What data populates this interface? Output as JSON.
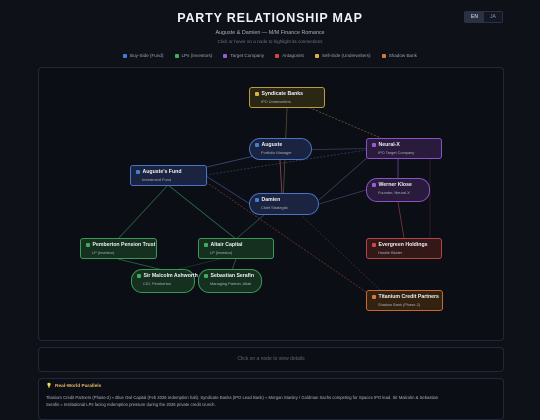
{
  "header": {
    "title": "PARTY RELATIONSHIP MAP",
    "subtitle": "Auguste & Damien — M/M Finance Romance",
    "hint": "Click or hover on a node to highlight its connections",
    "languages": [
      "EN",
      "JA"
    ]
  },
  "colors": {
    "buy_side": "#3f7fd6",
    "lps": "#3fae5c",
    "target": "#9a5bd6",
    "antagonist": "#d64545",
    "sell_side": "#d6b43f",
    "shadow_bank": "#d6793f"
  },
  "legend": [
    {
      "label": "Buy-Side (Fund)",
      "color": "#3f7fd6"
    },
    {
      "label": "LPs (Investors)",
      "color": "#3fae5c"
    },
    {
      "label": "Target Company",
      "color": "#9a5bd6"
    },
    {
      "label": "Antagonist",
      "color": "#d64545"
    },
    {
      "label": "Sell-Side (Underwriters)",
      "color": "#d6b43f"
    },
    {
      "label": "Shadow Bank",
      "color": "#d6793f"
    }
  ],
  "nodes": {
    "syndicate": {
      "name": "Syndicate Banks",
      "role": "IPO Underwriters"
    },
    "auguste": {
      "name": "Auguste",
      "role": "Portfolio Manager"
    },
    "neuralx": {
      "name": "Neural-X",
      "role": "IPO Target Company"
    },
    "augfund": {
      "name": "Auguste's Fund",
      "role": "Investment Fund"
    },
    "klose": {
      "name": "Werner Klose",
      "role": "Founder, Neural-X"
    },
    "damien": {
      "name": "Damien",
      "role": "Chief Strategist"
    },
    "pemberton": {
      "name": "Pemberton Pension Trust",
      "role": "LP (Investor)"
    },
    "altair": {
      "name": "Altair Capital",
      "role": "LP (Investor)"
    },
    "evergreen": {
      "name": "Evergreen Holdings",
      "role": "Hostile Bidder"
    },
    "ashworth": {
      "name": "Sir Malcolm Ashworth",
      "role": "CIO, Pemberton"
    },
    "serafin": {
      "name": "Sebastian Serafin",
      "role": "Managing Partner, Altair"
    },
    "titanium": {
      "name": "Titanium Credit Partners",
      "role": "Shadow Bank (Phase-2)"
    }
  },
  "detail_placeholder": "Click on a node to view details",
  "parallels": {
    "icon": "lightbulb-icon",
    "title": "Real-World Parallels",
    "line1": "Titanium Credit Partners (Phase-2) ≈ Blue Owl Capital (Feb 2026 redemption halt). Syndicate Banks (IPO Lead Bank) ≈ Morgan Stanley / Goldman Sachs competing for Spacex IPO lead. Sir Malcolm & Sebastian",
    "line2": "Serafin ≈ Institutional LPs facing redemption pressure during the 2026 private credit crunch."
  }
}
